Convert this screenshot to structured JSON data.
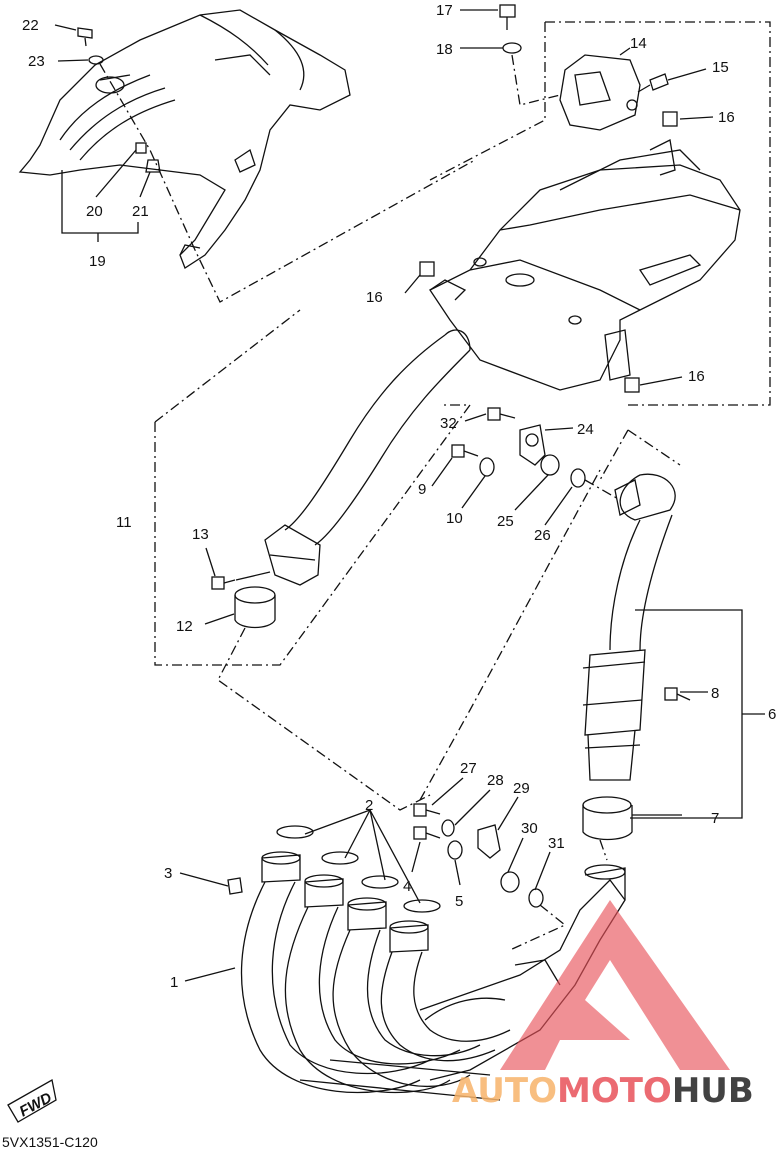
{
  "diagram_code": "5VX1351-C120",
  "fwd_label": "FWD",
  "watermark": {
    "part1": "AUTO",
    "part2": "MOTO",
    "part3": "HUB",
    "color_orange": "#f7b36a",
    "color_red": "#e8525a"
  },
  "callouts": {
    "c1": "1",
    "c2": "2",
    "c3": "3",
    "c4": "4",
    "c5": "5",
    "c6": "6",
    "c7": "7",
    "c8": "8",
    "c9": "9",
    "c10": "10",
    "c11": "11",
    "c12": "12",
    "c13": "13",
    "c14": "14",
    "c15": "15",
    "c16a": "16",
    "c16b": "16",
    "c16c": "16",
    "c17": "17",
    "c18": "18",
    "c19": "19",
    "c20": "20",
    "c21": "21",
    "c22": "22",
    "c23": "23",
    "c24": "24",
    "c25": "25",
    "c26": "26",
    "c27": "27",
    "c28": "28",
    "c29": "29",
    "c30": "30",
    "c31": "31",
    "c32": "32"
  }
}
